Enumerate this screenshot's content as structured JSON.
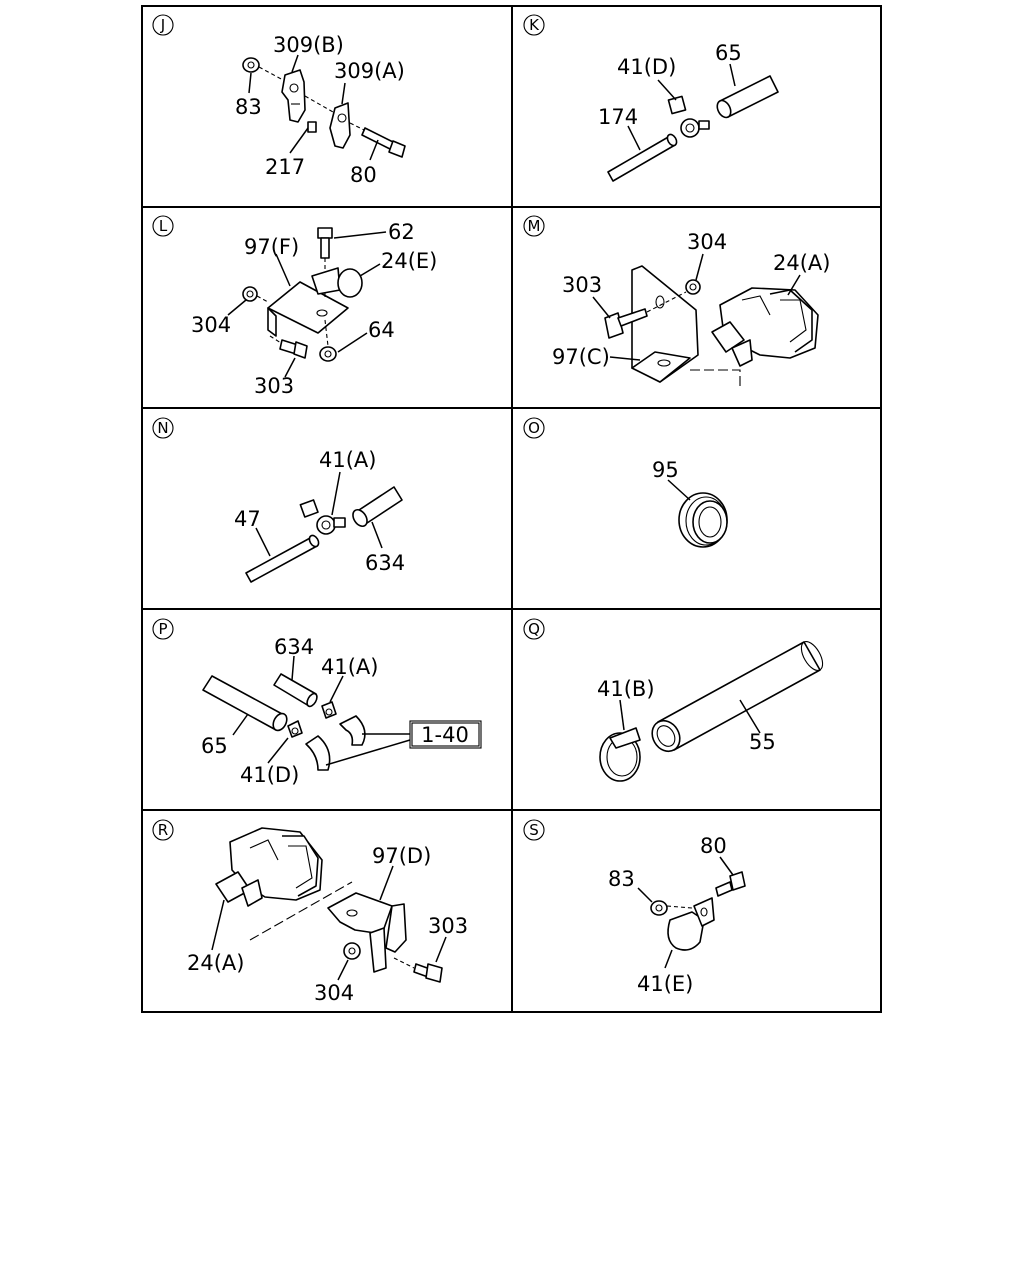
{
  "panels": [
    {
      "letter": "J",
      "labels": [
        "309(B)",
        "309(A)",
        "83",
        "217",
        "80"
      ]
    },
    {
      "letter": "K",
      "labels": [
        "41(D)",
        "65",
        "174"
      ]
    },
    {
      "letter": "L",
      "labels": [
        "62",
        "97(F)",
        "24(E)",
        "304",
        "64",
        "303"
      ]
    },
    {
      "letter": "M",
      "labels": [
        "304",
        "24(A)",
        "303",
        "97(C)"
      ]
    },
    {
      "letter": "N",
      "labels": [
        "41(A)",
        "47",
        "634"
      ]
    },
    {
      "letter": "O",
      "labels": [
        "95"
      ]
    },
    {
      "letter": "P",
      "labels": [
        "634",
        "41(A)",
        "65",
        "41(D)"
      ],
      "ref_box": "1-40"
    },
    {
      "letter": "Q",
      "labels": [
        "41(B)",
        "55"
      ]
    },
    {
      "letter": "R",
      "labels": [
        "97(D)",
        "303",
        "24(A)",
        "304"
      ]
    },
    {
      "letter": "S",
      "labels": [
        "80",
        "83",
        "41(E)"
      ]
    }
  ]
}
